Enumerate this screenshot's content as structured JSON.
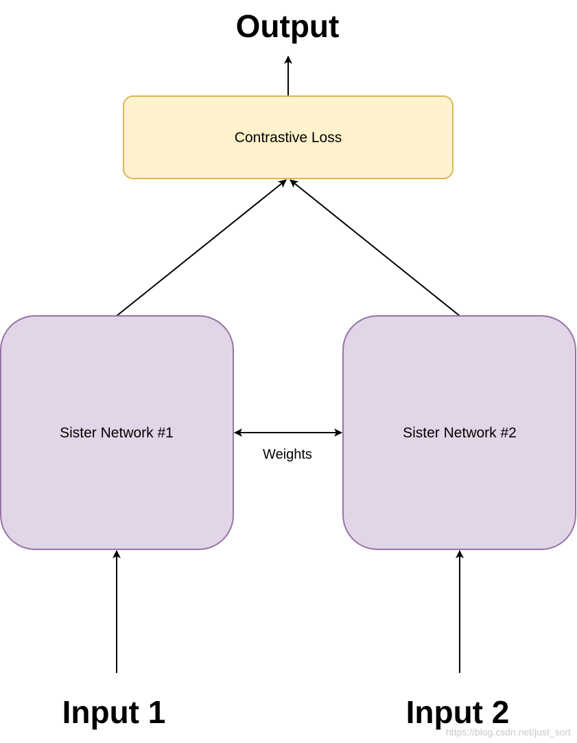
{
  "title": "Output",
  "nodes": {
    "loss": {
      "label": "Contrastive Loss",
      "fill": "#fff2cc",
      "stroke": "#d6b656"
    },
    "sister1": {
      "label": "Sister Network #1",
      "fill": "#e1d5e7",
      "stroke": "#9673a6"
    },
    "sister2": {
      "label": "Sister Network #2",
      "fill": "#e1d5e7",
      "stroke": "#9673a6"
    }
  },
  "inputs": {
    "input1": "Input 1",
    "input2": "Input 2"
  },
  "edges": {
    "weights_label": "Weights"
  },
  "watermark": "https://blog.csdn.net/just_sort"
}
